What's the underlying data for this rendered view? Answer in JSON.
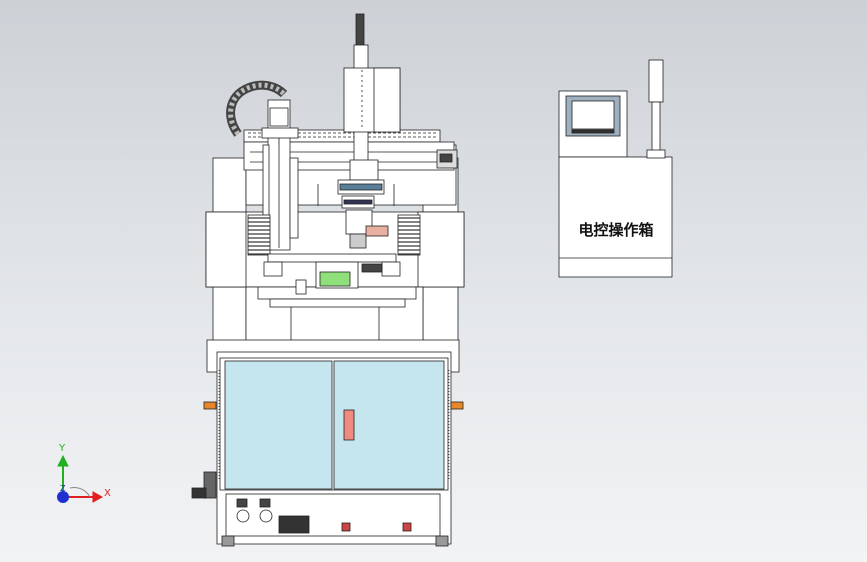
{
  "control_box": {
    "label": "电控操作箱"
  },
  "triad": {
    "x_label": "X",
    "y_label": "Y",
    "z_label": "Z",
    "x_color": "#e02020",
    "y_color": "#20b020",
    "z_color": "#2030d0"
  },
  "colors": {
    "background_top": "#cdd1d6",
    "background_bottom": "#f2f3f5",
    "line": "#222222",
    "part_fill": "#ffffff",
    "door_glass": "#c5e6ee",
    "accent_orange": "#e8862a",
    "accent_pink": "#f08a80",
    "accent_green": "#8fe07a",
    "screen": "#9fb0bf",
    "cable_chain": "#555555"
  }
}
